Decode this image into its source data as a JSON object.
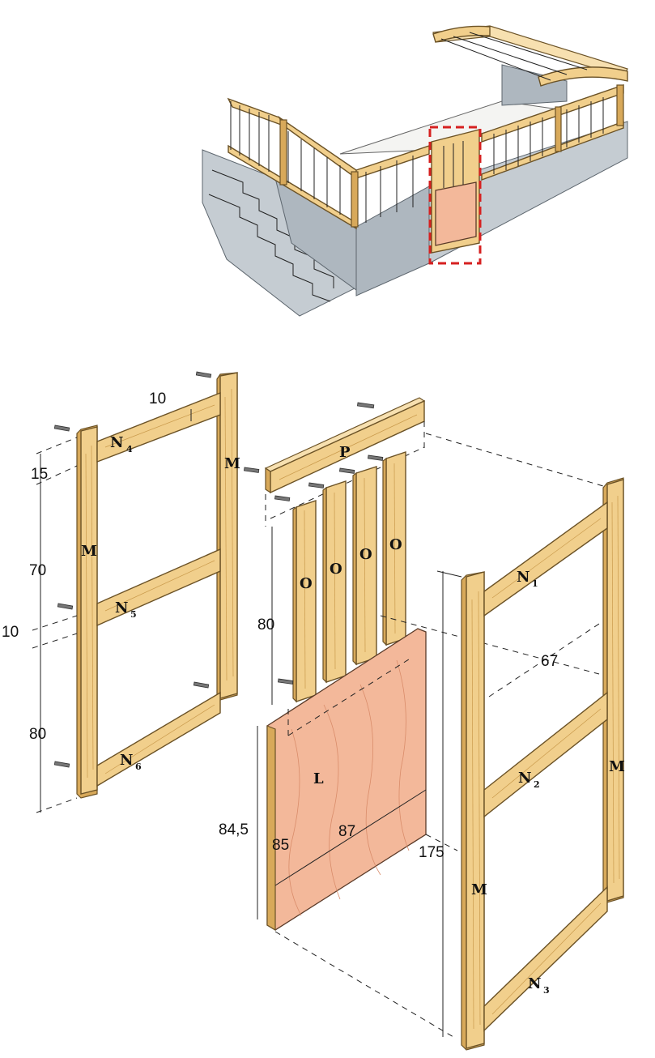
{
  "parts": {
    "M_left_a": "M",
    "M_left_b": "M",
    "N4": "N",
    "N4_sub": "4",
    "N5": "N",
    "N5_sub": "5",
    "N6": "N",
    "N6_sub": "6",
    "P": "P",
    "O1": "O",
    "O2": "O",
    "O3": "O",
    "O4": "O",
    "L": "L",
    "N1": "N",
    "N1_sub": "1",
    "N2": "N",
    "N2_sub": "2",
    "N3": "N",
    "N3_sub": "3",
    "M_right_a": "M",
    "M_right_b": "M"
  },
  "dimensions": {
    "rail_width": "10",
    "top_offset": "15",
    "upper_span": "70",
    "mid_rail": "10",
    "lower_span": "80",
    "slat_height": "80",
    "panel_height": "84,5",
    "panel_side": "85",
    "panel_width": "87",
    "overall_height": "175",
    "depth": "67"
  },
  "colors": {
    "wood": "#f1cf8c",
    "plywood": "#f3b89a",
    "concrete": "#aeb7bf",
    "highlight": "#d62020"
  }
}
